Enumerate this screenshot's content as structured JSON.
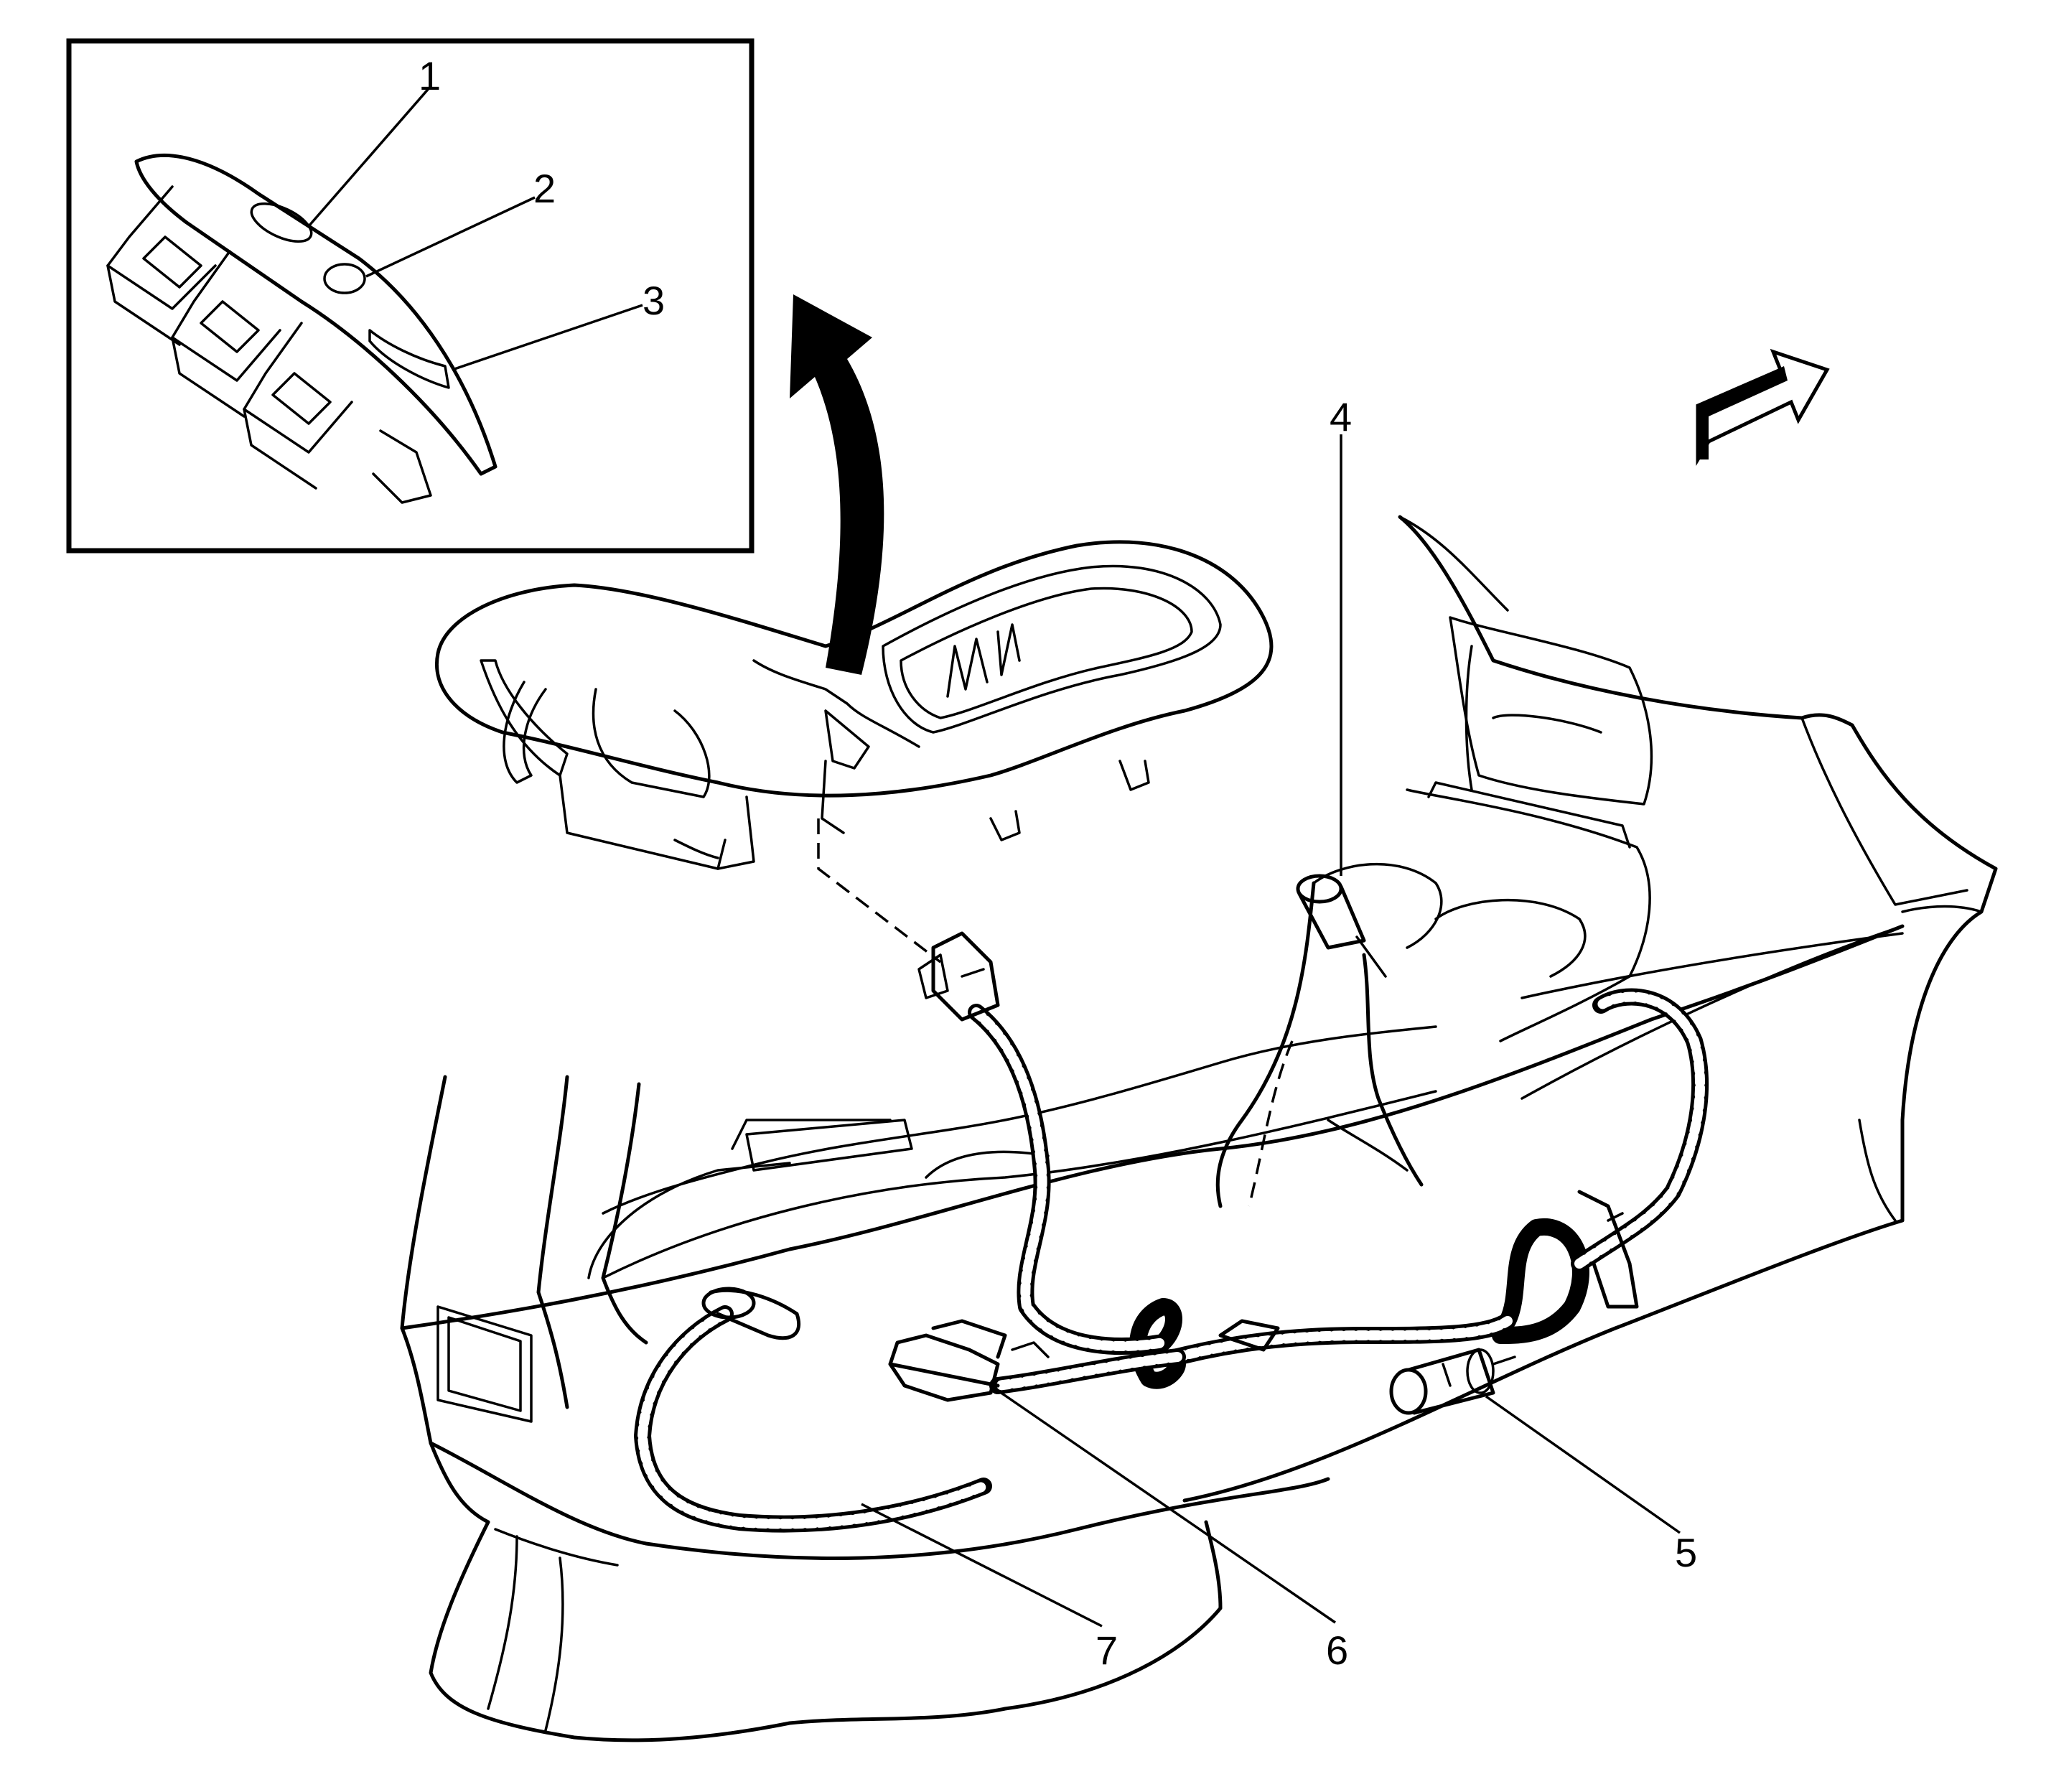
{
  "callouts": [
    {
      "id": 1,
      "label": "1"
    },
    {
      "id": 2,
      "label": "2"
    },
    {
      "id": 3,
      "label": "3"
    },
    {
      "id": 4,
      "label": "4"
    },
    {
      "id": 5,
      "label": "5"
    },
    {
      "id": 6,
      "label": "6"
    },
    {
      "id": 7,
      "label": "7"
    }
  ],
  "colors": {
    "line": "#000000",
    "background": "#ffffff"
  }
}
